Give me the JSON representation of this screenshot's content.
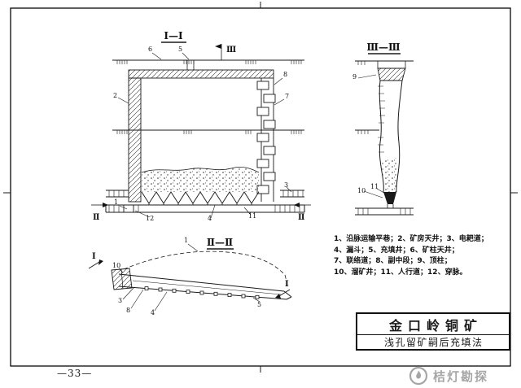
{
  "sections": {
    "s1": {
      "title": "Ⅰ—Ⅰ"
    },
    "s2": {
      "title": "Ⅱ—Ⅱ"
    },
    "s3": {
      "title": "Ⅲ—Ⅲ"
    }
  },
  "markers": {
    "i": "Ⅰ",
    "ii": "Ⅱ",
    "iii": "Ⅲ"
  },
  "callouts": {
    "n1": "1",
    "n2": "2",
    "n3": "3",
    "n4": "4",
    "n5": "5",
    "n6": "6",
    "n7": "7",
    "n8": "8",
    "n9": "9",
    "n10": "10",
    "n11": "11",
    "n12": "12"
  },
  "legend": {
    "lines": [
      "1、沿脉运输平巷；2、矿房天井；3、电耙道；",
      "4、漏斗；5、充填井；6、矿柱天井；",
      "7、联络道；8、副中段；9、顶柱；",
      "10、溜矿井；11、人行道；12、穿脉。"
    ]
  },
  "title_block": {
    "mine": "金口岭铜矿",
    "method": "浅孔留矿嗣后充填法"
  },
  "page": {
    "number": "—33—"
  },
  "watermark": {
    "brand": "桔灯勘探"
  },
  "colors": {
    "ink": "#1a1a1a",
    "watermark_gray": "#a6a6a6",
    "paper": "#ffffff"
  }
}
